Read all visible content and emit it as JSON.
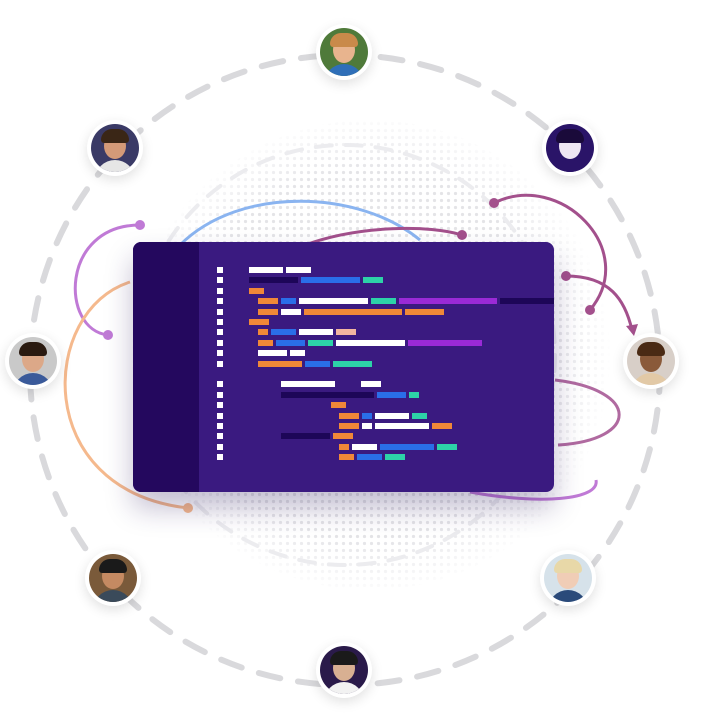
{
  "palette": {
    "editor_bg": "#3a1a80",
    "gutter_bg": "#24085e",
    "white": "#ffffff",
    "blue": "#2a6ee8",
    "teal": "#2dd2a8",
    "orange": "#f08838",
    "purple": "#9a2ad6",
    "dark": "#1d0658",
    "salmon": "#f2b6a0"
  },
  "avatars": [
    {
      "name": "avatar-top",
      "bg": "#4f7a3a",
      "skin": "#e8b48e",
      "hair": "#c98a4a",
      "shirt": "#2f6fb8"
    },
    {
      "name": "avatar-top-left",
      "bg": "#3a3a66",
      "skin": "#d49a78",
      "hair": "#3a2616",
      "shirt": "#e6e6e6"
    },
    {
      "name": "avatar-top-right",
      "bg": "#2a1468",
      "skin": "#efe6f2",
      "hair": "#1a0a3a",
      "shirt": "#2a1468"
    },
    {
      "name": "avatar-left",
      "bg": "#c9c9c9",
      "skin": "#dca888",
      "hair": "#2a1a10",
      "shirt": "#3a5a9a"
    },
    {
      "name": "avatar-right",
      "bg": "#d8cfc8",
      "skin": "#8a5a3a",
      "hair": "#4a2a14",
      "shirt": "#e2c9a6"
    },
    {
      "name": "avatar-bottom-left",
      "bg": "#7a5a3a",
      "skin": "#c58a62",
      "hair": "#1a1a1a",
      "shirt": "#3a4a5a"
    },
    {
      "name": "avatar-bottom-right",
      "bg": "#d6e2ea",
      "skin": "#f0cdb6",
      "hair": "#e8d8a8",
      "shirt": "#2a4a7a"
    },
    {
      "name": "avatar-bottom",
      "bg": "#2a1a4a",
      "skin": "#d8b092",
      "hair": "#1a1a1a",
      "shirt": "#f2f2f2"
    }
  ],
  "code_lines": [
    [
      {
        "c": "white",
        "w": 0.35
      },
      {
        "c": "white",
        "w": 0.25
      }
    ],
    [
      {
        "c": "dark",
        "w": 0.5
      },
      {
        "c": "blue",
        "w": 0.6
      },
      {
        "c": "teal",
        "w": 0.2
      }
    ],
    [
      {
        "c": "orange",
        "w": 0.15
      }
    ],
    [
      {
        "c": "orange",
        "w": 0.2
      },
      {
        "c": "blue",
        "w": 0.15
      },
      {
        "c": "white",
        "w": 0.7
      },
      {
        "c": "teal",
        "w": 0.25
      },
      {
        "c": "purple",
        "w": 1.0
      },
      {
        "c": "dark",
        "w": 0.55
      }
    ],
    [
      {
        "c": "orange",
        "w": 0.2
      },
      {
        "c": "white",
        "w": 0.2
      },
      {
        "c": "orange",
        "w": 1.0
      },
      {
        "c": "orange",
        "w": 0.4
      }
    ],
    [
      {
        "c": "orange",
        "w": 0.2
      }
    ],
    [
      {
        "c": "orange",
        "w": 0.1
      },
      {
        "c": "blue",
        "w": 0.25
      },
      {
        "c": "white",
        "w": 0.35
      },
      {
        "c": "salmon",
        "w": 0.2
      }
    ],
    [
      {
        "c": "orange",
        "w": 0.15
      },
      {
        "c": "blue",
        "w": 0.3
      },
      {
        "c": "teal",
        "w": 0.25
      },
      {
        "c": "white",
        "w": 0.7
      },
      {
        "c": "purple",
        "w": 0.75
      }
    ],
    [
      {
        "c": "white",
        "w": 0.3
      },
      {
        "c": "white",
        "w": 0.15
      }
    ],
    [
      {
        "c": "orange",
        "w": 0.45
      },
      {
        "c": "blue",
        "w": 0.25
      },
      {
        "c": "teal",
        "w": 0.4
      }
    ],
    [],
    [
      {
        "c": "white",
        "w": 0.55
      },
      {
        "c": "gap",
        "w": 0.2
      },
      {
        "c": "white",
        "w": 0.2
      }
    ],
    [
      {
        "c": "dark",
        "w": 0.95
      },
      {
        "c": "blue",
        "w": 0.3
      },
      {
        "c": "teal",
        "w": 0.1
      }
    ],
    [
      {
        "c": "orange",
        "w": 0.15
      }
    ],
    [
      {
        "c": "orange",
        "w": 0.2
      },
      {
        "c": "blue",
        "w": 0.1
      },
      {
        "c": "white",
        "w": 0.35
      },
      {
        "c": "teal",
        "w": 0.15
      }
    ],
    [
      {
        "c": "orange",
        "w": 0.2
      },
      {
        "c": "white",
        "w": 0.1
      },
      {
        "c": "white",
        "w": 0.55
      },
      {
        "c": "orange",
        "w": 0.2
      }
    ],
    [
      {
        "c": "dark",
        "w": 0.5
      },
      {
        "c": "orange",
        "w": 0.2
      }
    ],
    [
      {
        "c": "orange",
        "w": 0.1
      },
      {
        "c": "white",
        "w": 0.25
      },
      {
        "c": "blue",
        "w": 0.55
      },
      {
        "c": "teal",
        "w": 0.2
      }
    ],
    [
      {
        "c": "orange",
        "w": 0.15
      },
      {
        "c": "blue",
        "w": 0.25
      },
      {
        "c": "teal",
        "w": 0.2
      }
    ]
  ]
}
